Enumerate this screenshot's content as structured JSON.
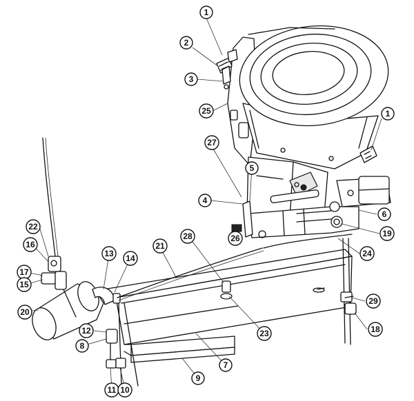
{
  "callouts": [
    {
      "id": "c1a",
      "label": "1"
    },
    {
      "id": "c2",
      "label": "2"
    },
    {
      "id": "c3",
      "label": "3"
    },
    {
      "id": "c25",
      "label": "25"
    },
    {
      "id": "c1b",
      "label": "1"
    },
    {
      "id": "c27",
      "label": "27"
    },
    {
      "id": "c5",
      "label": "5"
    },
    {
      "id": "c4",
      "label": "4"
    },
    {
      "id": "c6",
      "label": "6"
    },
    {
      "id": "c19",
      "label": "19"
    },
    {
      "id": "c22",
      "label": "22"
    },
    {
      "id": "c16",
      "label": "16"
    },
    {
      "id": "c28",
      "label": "28"
    },
    {
      "id": "c26",
      "label": "26"
    },
    {
      "id": "c21",
      "label": "21"
    },
    {
      "id": "c13",
      "label": "13"
    },
    {
      "id": "c14",
      "label": "14"
    },
    {
      "id": "c17",
      "label": "17"
    },
    {
      "id": "c15",
      "label": "15"
    },
    {
      "id": "c24",
      "label": "24"
    },
    {
      "id": "c20",
      "label": "20"
    },
    {
      "id": "c29",
      "label": "29"
    },
    {
      "id": "c12",
      "label": "12"
    },
    {
      "id": "c23",
      "label": "23"
    },
    {
      "id": "c18",
      "label": "18"
    },
    {
      "id": "c8",
      "label": "8"
    },
    {
      "id": "c7",
      "label": "7"
    },
    {
      "id": "c9",
      "label": "9"
    },
    {
      "id": "c11",
      "label": "11"
    },
    {
      "id": "c10",
      "label": "10"
    }
  ]
}
